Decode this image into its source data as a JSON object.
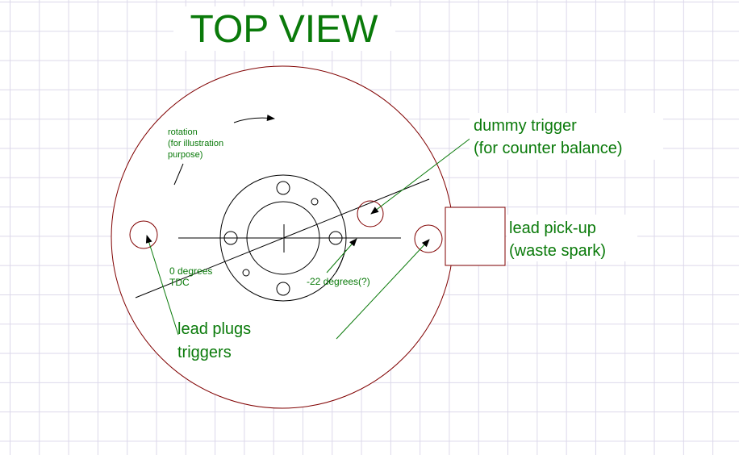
{
  "title": "TOP VIEW",
  "labels": {
    "rotation": [
      "rotation",
      "(for illustration",
      "purpose)"
    ],
    "zero_degrees": [
      "0 degrees",
      "TDC"
    ],
    "minus22": "-22 degrees(?)",
    "lead_plugs": [
      "lead plugs",
      "triggers"
    ],
    "dummy_trigger": [
      "dummy trigger",
      "(for counter balance)"
    ],
    "lead_pickup": [
      "lead pick-up",
      "(waste spark)"
    ]
  },
  "colors": {
    "label": "#0a7a0a",
    "outline": "#800000",
    "line": "#000000",
    "grid": "#dcd8ea"
  }
}
